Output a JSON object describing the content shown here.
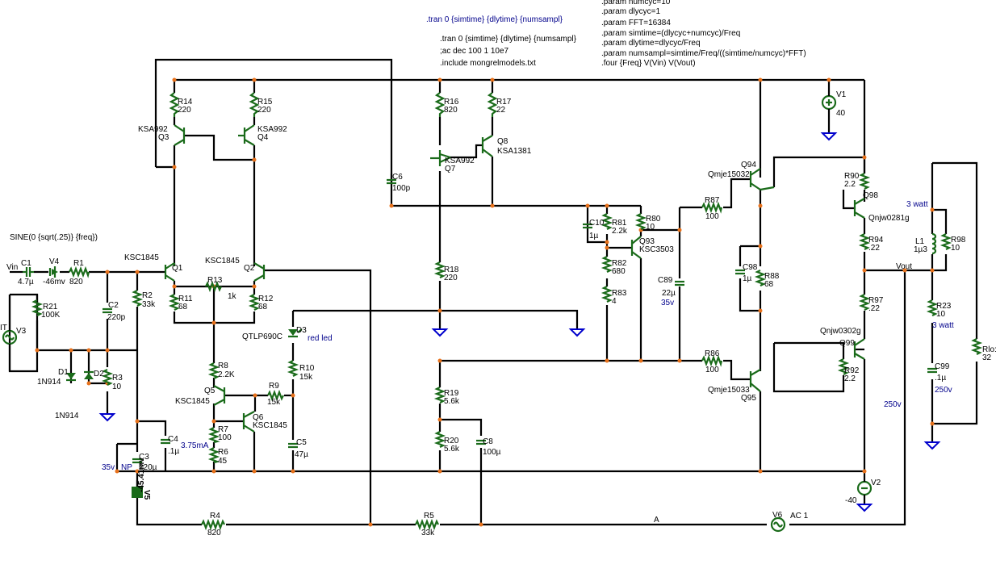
{
  "directives": {
    "tran_top": ".tran 0 {simtime} {dlytime} {numsampl}",
    "tran": ".tran 0 {simtime} {dlytime} {numsampl}",
    "ac": ";ac dec 100 1 10e7",
    "include": ".include mongrelmodels.txt",
    "p0": ".param numcyc=10",
    "p1": ".param dlycyc=1",
    "p2": ".param FFT=16384",
    "p3": ".param simtime=(dlycyc+numcyc)/Freq",
    "p4": ".param dlytime=dlycyc/Freq",
    "p5": ".param numsampl=simtime/Freq/((simtime/numcyc)*FFT)",
    "p6": ".four {Freq} V(Vin) V(Vout)"
  },
  "source": {
    "sine": "SINE(0 {sqrt(.25)} {freq})",
    "vin": "Vin",
    "vout": "Vout",
    "net_a": "A",
    "v6_ac": "AC 1",
    "it": "IT"
  },
  "parts": {
    "C1": "C1",
    "C1v": "4.7µ",
    "V4": "V4",
    "V4v": "-46mv",
    "R1": "R1",
    "R1v": "820",
    "R21": "R21",
    "R21v": "100K",
    "V3": "V3",
    "D1": "D1",
    "D1m": "1N914",
    "D2": "D2",
    "D2m": "1N914",
    "R3": "R3",
    "R3v": "10",
    "C2": "C2",
    "C2v": "220p",
    "R2": "R2",
    "R2v": "33k",
    "Q1": "Q1",
    "Q1m": "KSC1845",
    "Q2": "Q2",
    "Q2m": "KSC1845",
    "R11": "R11",
    "R11v": "68",
    "R12": "R12",
    "R12v": "68",
    "R13": "R13",
    "R13v": "1k",
    "R14": "R14",
    "R14v": "220",
    "R15": "R15",
    "R15v": "220",
    "Q3": "Q3",
    "Q3m": "KSA992",
    "Q4": "Q4",
    "Q4m": "KSA992",
    "R8": "R8",
    "R8v": "2.2K",
    "Q5": "Q5",
    "Q5m": "KSC1845",
    "Q6": "Q6",
    "Q6m": "KSC1845",
    "R9": "R9",
    "R9v": "15k",
    "R7": "R7",
    "R7v": "100",
    "R6": "R6",
    "R6v": "45",
    "i375": "3.75mA",
    "D3": "D3",
    "D3m": "QTLP690C",
    "D3note": "red led",
    "R10": "R10",
    "R10v": "15k",
    "C5": "C5",
    "C5v": "47µ",
    "C4": "C4",
    "C4v": ".1µ",
    "C3": "C3",
    "C3v": "220µ",
    "C3np": "NP",
    "C3volt": "35v",
    "V5": "V5",
    "V5v": "-45.41mv",
    "R4": "R4",
    "R4v": "820",
    "R5": "R5",
    "R5v": "33k",
    "R16": "R16",
    "R16v": "820",
    "R17": "R17",
    "R17v": "22",
    "Q7": "Q7",
    "Q7m": "KSA992",
    "Q8": "Q8",
    "Q8m": "KSA1381",
    "C6": "C6",
    "C6v": "100p",
    "R18": "R18",
    "R18v": "220",
    "R19": "R19",
    "R19v": "5.6k",
    "R20": "R20",
    "R20v": "5.6k",
    "C8": "C8",
    "C8v": "100µ",
    "C10": "C10",
    "C10v": "1µ",
    "R81": "R81",
    "R81v": "2.2k",
    "R80": "R80",
    "R80v": "10",
    "Q93": "Q93",
    "Q93m": "KSC3503",
    "R82": "R82",
    "R82v": "680",
    "R83": "R83",
    "R83v": "4",
    "C89": "C89",
    "C89v": "22µ",
    "C89volt": "35v",
    "R87": "R87",
    "R87v": "100",
    "R86": "R86",
    "R86v": "100",
    "Q94": "Q94",
    "Q94m": "Qmje15032",
    "Q95": "Q95",
    "Q95m": "Qmje15033",
    "C98": "C98",
    "C98v": "1µ",
    "R88": "R88",
    "R88v": "68",
    "R90": "R90",
    "R90v": "2.2",
    "Q98": "Q98",
    "Q98m": "Qnjw0281g",
    "R94": "R94",
    "R94v": ".22",
    "R97": "R97",
    "R97v": ".22",
    "Q99": "Q99",
    "Q99m": "Qnjw0302g",
    "R92": "R92",
    "R92v": "2.2",
    "V1": "V1",
    "V1v": "40",
    "V2": "V2",
    "V2v": "-40",
    "V6": "V6",
    "L1": "L1",
    "L1v": "1µ3",
    "R98": "R98",
    "R98v": "10",
    "R23": "R23",
    "R23v": "10",
    "R23w": "3 watt",
    "L1w": "3 watt",
    "C99": "C99",
    "C99v": ".1µ",
    "C99volt": "250v",
    "v250": "250v",
    "Rload": "Rlo:",
    "Rloadv": "32"
  }
}
